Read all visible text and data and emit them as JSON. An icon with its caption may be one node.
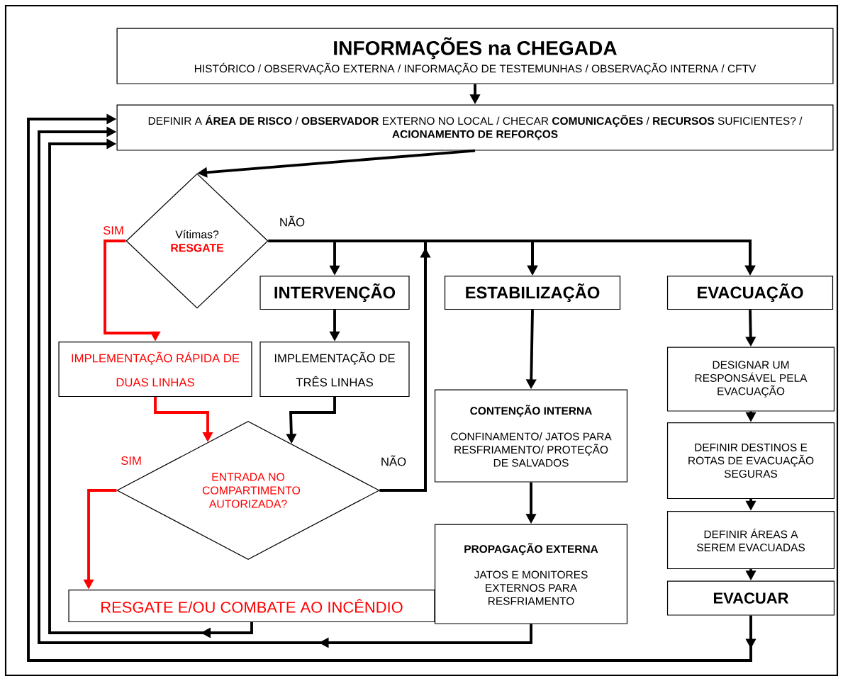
{
  "diagram": {
    "nodes": [
      {
        "text": [
          "INFORMAÇÕES na CHEGADA",
          "HISTÓRICO / OBSERVAÇÃO EXTERNA / INFORMAÇÃO DE TESTEMUNHAS / OBSERVAÇÃO INTERNA / CFTV"
        ]
      },
      {
        "text": [
          "DEFINIR A **ÁREA DE RISCO** / **OBSERVADOR** EXTERNO NO LOCAL / CHECAR **COMUNICAÇÕES** / **RECURSOS** SUFICIENTES? / **ACIONAMENTO DE REFORÇOS**"
        ]
      },
      {
        "text": [
          "Vítimas?",
          "RESGATE"
        ]
      },
      {
        "text": [
          "INTERVENÇÃO"
        ]
      },
      {
        "text": [
          "ESTABILIZAÇÃO"
        ]
      },
      {
        "text": [
          "EVACUAÇÃO"
        ]
      },
      {
        "text": [
          "IMPLEMENTAÇÃO RÁPIDA DE DUAS LINHAS"
        ]
      },
      {
        "text": [
          "IMPLEMENTAÇÃO DE TRÊS LINHAS"
        ]
      },
      {
        "text": [
          "CONTENÇÃO INTERNA",
          "CONFINAMENTO/ JATOS PARA RESFRIAMENTO/ PROTEÇÃO DE SALVADOS"
        ]
      },
      {
        "text": [
          "DESIGNAR UM RESPONSÁVEL PELA EVACUAÇÃO"
        ]
      },
      {
        "text": [
          "ENTRADA NO COMPARTIMENTO AUTORIZADA?"
        ]
      },
      {
        "text": [
          "DEFINIR DESTINOS E ROTAS DE EVACUAÇÃO SEGURAS"
        ]
      },
      {
        "text": [
          "PROPAGAÇÃO EXTERNA",
          "JATOS E MONITORES EXTERNOS PARA RESFRIAMENTO"
        ]
      },
      {
        "text": [
          "DEFINIR ÁREAS A SEREM EVACUADAS"
        ]
      },
      {
        "text": [
          "RESGATE E/OU COMBATE AO INCÊNDIO"
        ]
      },
      {
        "text": [
          "EVACUAR"
        ]
      }
    ],
    "edges": [
      {
        "from": 0,
        "to": 1,
        "arrow": "to"
      },
      {
        "from": 1,
        "to": 2,
        "arrow": "to"
      },
      {
        "from": 2,
        "to": 6,
        "arrow": "to",
        "label": "SIM",
        "color": "#ff0000"
      },
      {
        "from": 2,
        "to": 3,
        "arrow": "to",
        "label": "NÃO"
      },
      {
        "from": 2,
        "to": 4,
        "arrow": "to"
      },
      {
        "from": 2,
        "to": 5,
        "arrow": "to"
      },
      {
        "from": 3,
        "to": 7,
        "arrow": "to"
      },
      {
        "from": 6,
        "to": 10,
        "arrow": "to",
        "color": "#ff0000"
      },
      {
        "from": 7,
        "to": 10,
        "arrow": "to"
      },
      {
        "from": 10,
        "to": 14,
        "arrow": "to",
        "label": "SIM",
        "color": "#ff0000"
      },
      {
        "from": 10,
        "to": 4,
        "arrow": "to",
        "label": "NÃO"
      },
      {
        "from": 10,
        "to": 5,
        "arrow": "to"
      },
      {
        "from": 4,
        "to": 8,
        "arrow": "to"
      },
      {
        "from": 8,
        "to": 12,
        "arrow": "to"
      },
      {
        "from": 5,
        "to": 9,
        "arrow": "to"
      },
      {
        "from": 9,
        "to": 11,
        "arrow": "to"
      },
      {
        "from": 11,
        "to": 13,
        "arrow": "to"
      },
      {
        "from": 13,
        "to": 15,
        "arrow": "to"
      },
      {
        "from": 14,
        "to": 1,
        "arrow": "to"
      },
      {
        "from": 12,
        "to": 1,
        "arrow": "to"
      },
      {
        "from": 15,
        "to": 1,
        "arrow": "to"
      }
    ]
  }
}
